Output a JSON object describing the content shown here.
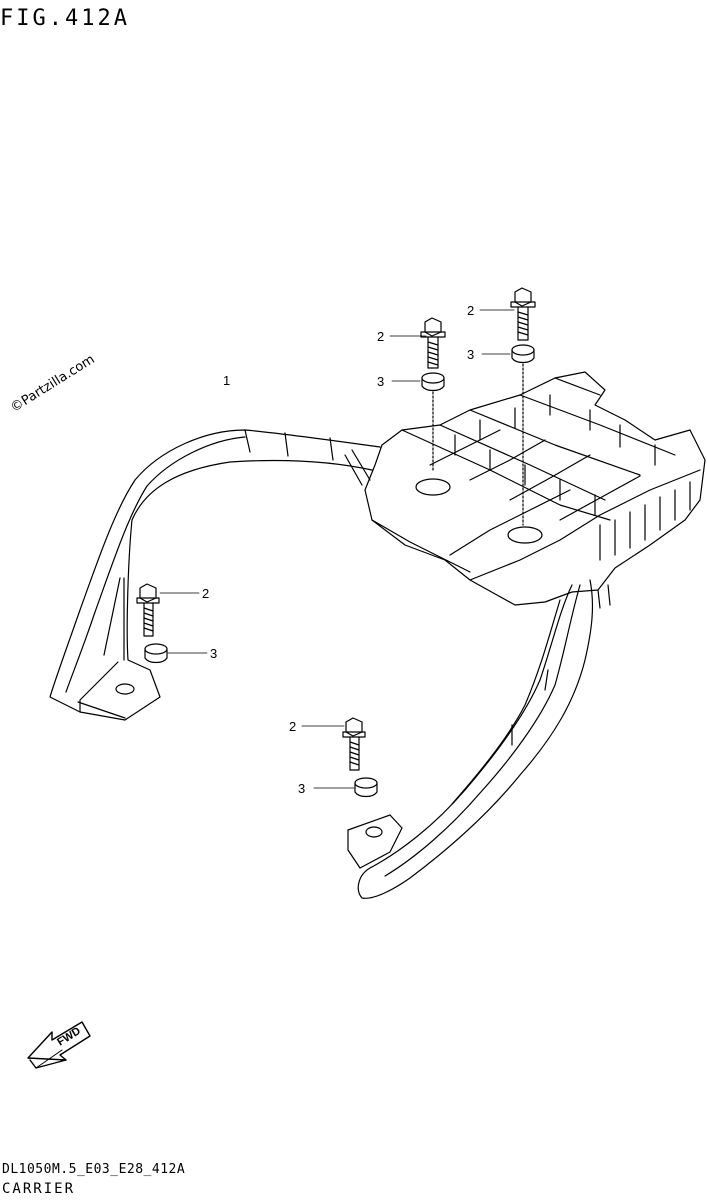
{
  "figure": {
    "title": "FIG.412A",
    "footer_code": "DL1050M.5_E03_E28_412A",
    "section_name": "CARRIER",
    "watermark": "©Partzilla.com",
    "fwd_label": "FWD"
  },
  "callouts": [
    {
      "id": "c1",
      "label": "1"
    },
    {
      "id": "c2a",
      "label": "2"
    },
    {
      "id": "c3a",
      "label": "3"
    },
    {
      "id": "c2b",
      "label": "2"
    },
    {
      "id": "c3b",
      "label": "3"
    },
    {
      "id": "c2c",
      "label": "2"
    },
    {
      "id": "c3c",
      "label": "3"
    },
    {
      "id": "c2d",
      "label": "2"
    },
    {
      "id": "c3d",
      "label": "3"
    }
  ]
}
